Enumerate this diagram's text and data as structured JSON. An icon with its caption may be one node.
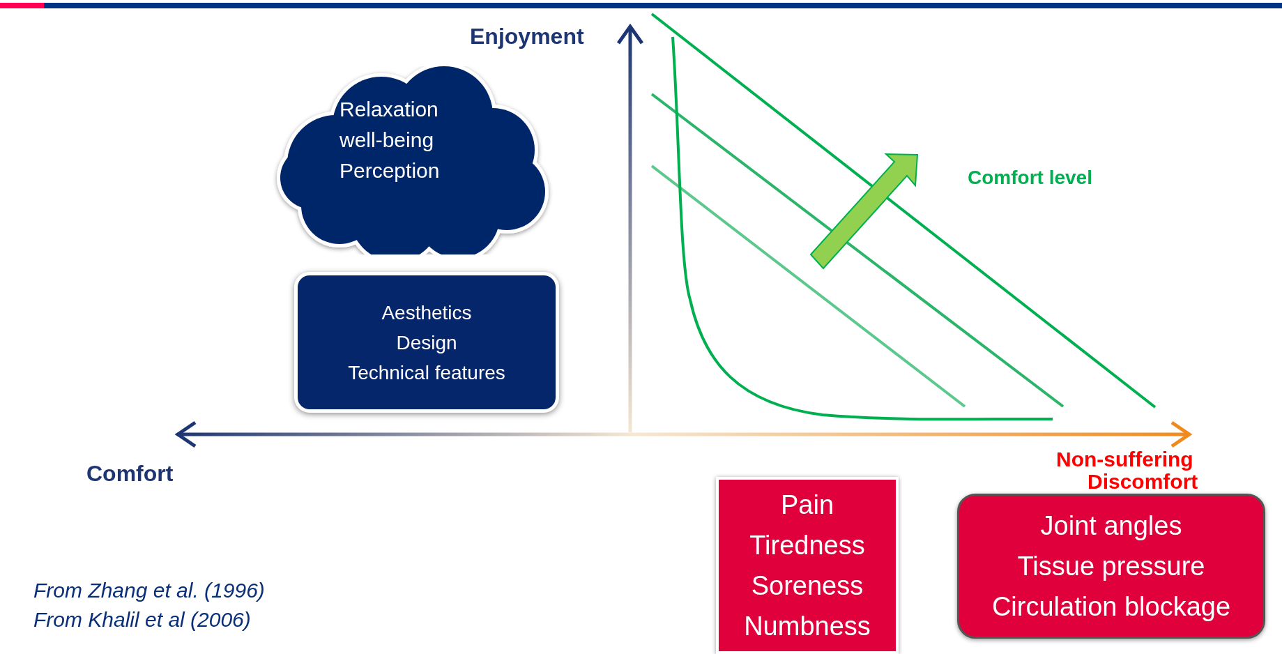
{
  "diagram": {
    "nodes": [
      {
        "text": [
          "Relaxation",
          "well-being",
          "Perception"
        ]
      },
      {
        "text": [
          "Aesthetics",
          "Design",
          "Technical features"
        ]
      },
      {
        "text": [
          "Pain",
          "Tiredness",
          "Soreness",
          "Numbness"
        ]
      },
      {
        "text": [
          "Joint angles",
          "Tissue pressure",
          "Circulation blockage"
        ]
      }
    ],
    "labels": [
      "Enjoyment",
      "Comfort level",
      "Comfort",
      "Non-suffering",
      "Discomfort",
      "From Zhang et al. (1996)",
      "From Khalil et al (2006)"
    ]
  }
}
